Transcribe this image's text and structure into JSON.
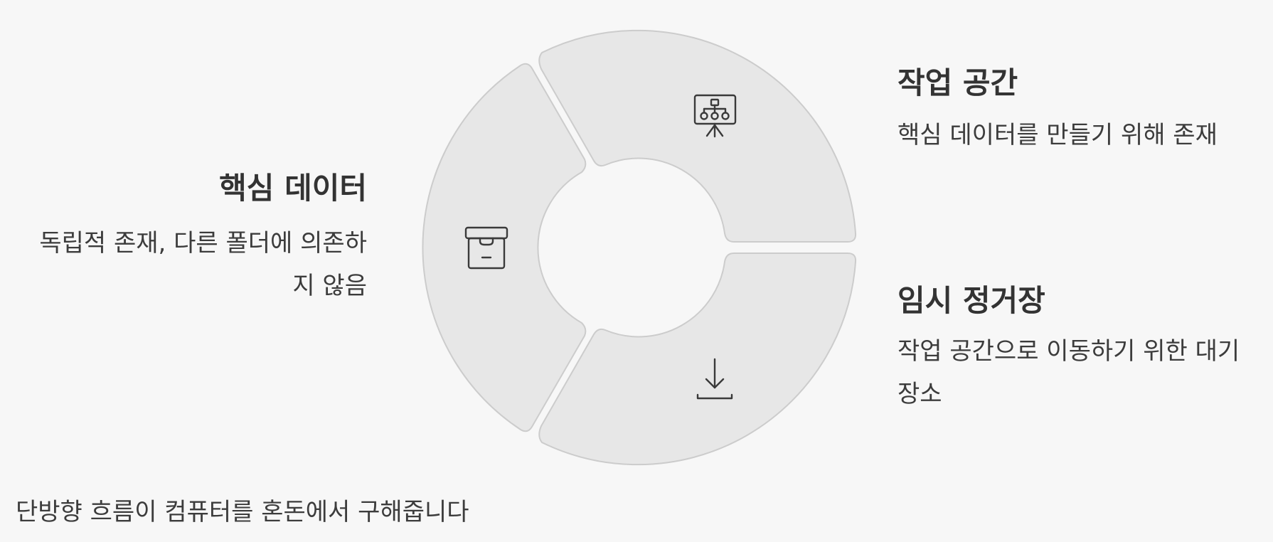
{
  "segments": [
    {
      "id": "core-data",
      "title": "핵심 데이터",
      "description": "독립적 존재, 다른 폴더에 의존하지 않음",
      "description_lines": [
        "독립적 존재, 다른 폴더에 의존하",
        "지 않음"
      ],
      "icon": "archive-box-icon"
    },
    {
      "id": "workspace",
      "title": "작업 공간",
      "description": "핵심 데이터를 만들기 위해 존재",
      "description_lines": [
        "핵심 데이터를 만들기 위해 존재"
      ],
      "icon": "presentation-hierarchy-icon"
    },
    {
      "id": "staging",
      "title": "임시 정거장",
      "description": "작업 공간으로 이동하기 위한 대기 장소",
      "description_lines": [
        "작업 공간으로 이동하기 위한 대기",
        "장소"
      ],
      "icon": "download-tray-icon"
    }
  ],
  "caption": "단방향 흐름이 컴퓨터를 혼돈에서 구해줍니다",
  "colors": {
    "background": "#f7f7f7",
    "segment_fill": "#e7e7e7",
    "segment_stroke": "#cccccc",
    "text": "#333333"
  }
}
